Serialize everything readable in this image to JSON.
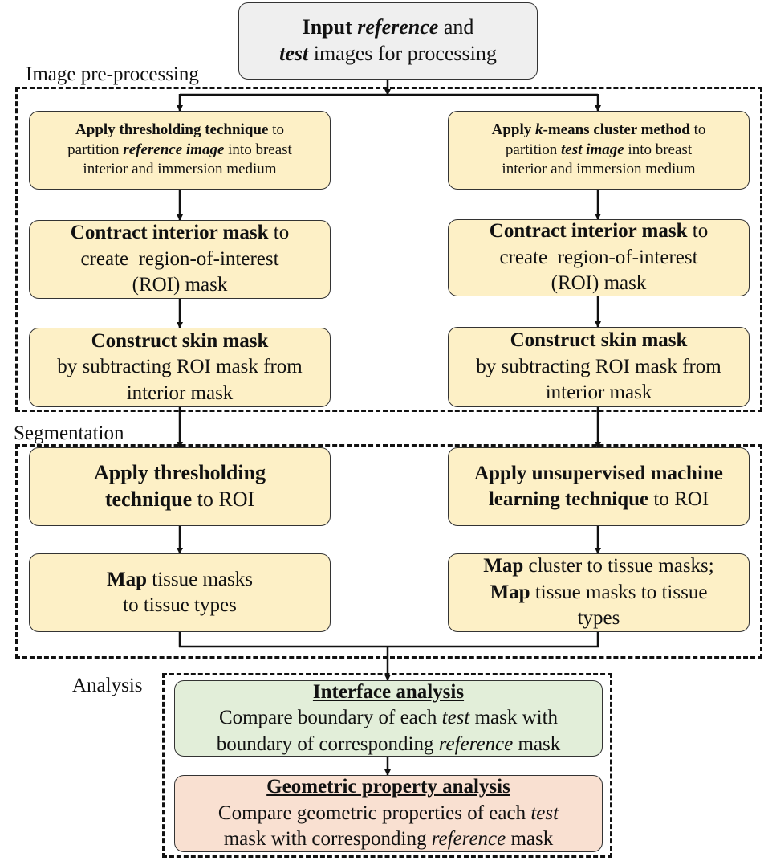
{
  "input_box": {
    "line1": [
      {
        "t": "Input ",
        "b": true
      },
      {
        "t": "reference",
        "b": true,
        "i": true
      },
      {
        "t": " and"
      }
    ],
    "line2": [
      {
        "t": "test",
        "b": true,
        "i": true
      },
      {
        "t": " images for processing"
      }
    ]
  },
  "sections": {
    "preprocessing": "Image pre-processing",
    "segmentation": "Segmentation",
    "analysis": "Analysis"
  },
  "left": {
    "step1": [
      [
        {
          "t": "Apply thresholding technique",
          "b": true
        },
        {
          "t": " to"
        }
      ],
      [
        {
          "t": "partition "
        },
        {
          "t": "reference image",
          "b": true,
          "i": true
        },
        {
          "t": " into breast"
        }
      ],
      [
        {
          "t": "interior and immersion medium"
        }
      ]
    ],
    "step2": [
      [
        {
          "t": "Contract interior mask",
          "b": true
        },
        {
          "t": " to"
        }
      ],
      [
        {
          "t": "create  region-of-interest"
        }
      ],
      [
        {
          "t": "(ROI) mask"
        }
      ]
    ],
    "step3": [
      [
        {
          "t": "Construct skin mask",
          "b": true
        }
      ],
      [
        {
          "t": "by subtracting ROI mask from"
        }
      ],
      [
        {
          "t": "interior mask"
        }
      ]
    ],
    "step4": [
      [
        {
          "t": "Apply thresholding",
          "b": true
        }
      ],
      [
        {
          "t": "technique",
          "b": true
        },
        {
          "t": " to ROI"
        }
      ]
    ],
    "step5": [
      [
        {
          "t": "Map",
          "b": true
        },
        {
          "t": " tissue masks"
        }
      ],
      [
        {
          "t": "to tissue types"
        }
      ]
    ]
  },
  "right": {
    "step1": [
      [
        {
          "t": "Apply ",
          "b": true
        },
        {
          "t": "k",
          "b": true,
          "i": true
        },
        {
          "t": "-means cluster method",
          "b": true
        },
        {
          "t": " to"
        }
      ],
      [
        {
          "t": "partition "
        },
        {
          "t": "test image",
          "b": true,
          "i": true
        },
        {
          "t": " into breast"
        }
      ],
      [
        {
          "t": "interior and immersion medium"
        }
      ]
    ],
    "step2": [
      [
        {
          "t": "Contract interior mask",
          "b": true
        },
        {
          "t": " to"
        }
      ],
      [
        {
          "t": "create  region-of-interest"
        }
      ],
      [
        {
          "t": "(ROI) mask"
        }
      ]
    ],
    "step3": [
      [
        {
          "t": "Construct skin mask",
          "b": true
        }
      ],
      [
        {
          "t": "by subtracting ROI mask from"
        }
      ],
      [
        {
          "t": "interior mask"
        }
      ]
    ],
    "step4": [
      [
        {
          "t": "Apply unsupervised machine",
          "b": true
        }
      ],
      [
        {
          "t": "learning technique",
          "b": true
        },
        {
          "t": " to ROI"
        }
      ]
    ],
    "step5": [
      [
        {
          "t": "Map",
          "b": true
        },
        {
          "t": " cluster to tissue masks;"
        }
      ],
      [
        {
          "t": "Map",
          "b": true
        },
        {
          "t": " tissue masks to tissue"
        }
      ],
      [
        {
          "t": "types"
        }
      ]
    ]
  },
  "analysis": {
    "interface": {
      "title": "Interface analysis",
      "body": [
        [
          {
            "t": "Compare boundary of each "
          },
          {
            "t": "test",
            "i": true
          },
          {
            "t": " mask with"
          }
        ],
        [
          {
            "t": "boundary of corresponding "
          },
          {
            "t": "reference",
            "i": true
          },
          {
            "t": " mask"
          }
        ]
      ]
    },
    "geometric": {
      "title": "Geometric property analysis",
      "body": [
        [
          {
            "t": "Compare geometric properties of each "
          },
          {
            "t": "test",
            "i": true
          }
        ],
        [
          {
            "t": "mask with corresponding "
          },
          {
            "t": "reference",
            "i": true
          },
          {
            "t": " mask"
          }
        ]
      ]
    }
  },
  "colors": {
    "input_fill": "#efefef",
    "step_fill": "#fdf0c6",
    "interface_fill": "#e2eed9",
    "geometric_fill": "#f9e0d1",
    "line": "#111111"
  }
}
